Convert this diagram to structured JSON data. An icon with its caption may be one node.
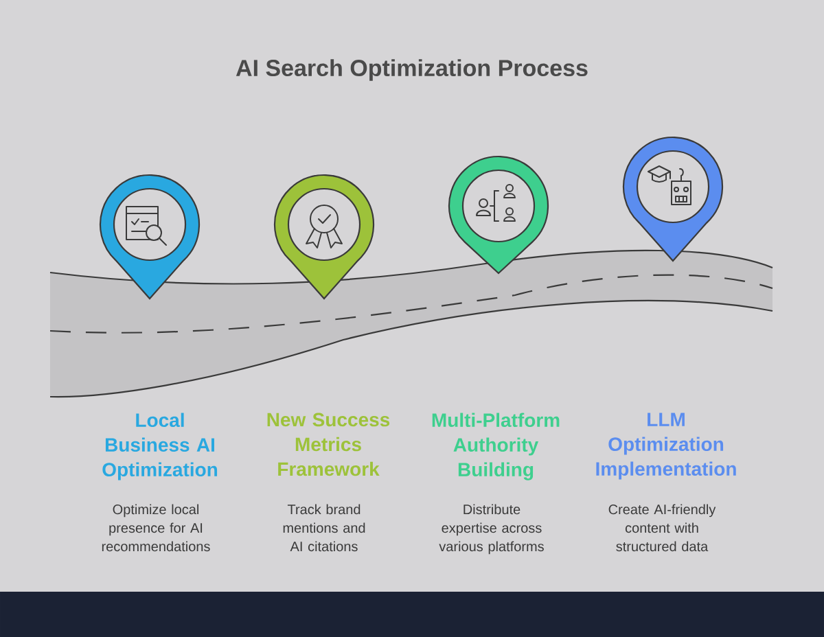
{
  "diagram": {
    "title": "AI Search Optimization Process",
    "labels": [
      "Local Business AI Optimization",
      "New Success Metrics Framework",
      "Multi-Platform Authority Building",
      "LLM Optimization Implementation",
      "Optimize local presence for AI recommendations",
      "Track brand mentions and AI citations",
      "Distribute expertise across various platforms",
      "Create AI-friendly content with structured data"
    ]
  }
}
